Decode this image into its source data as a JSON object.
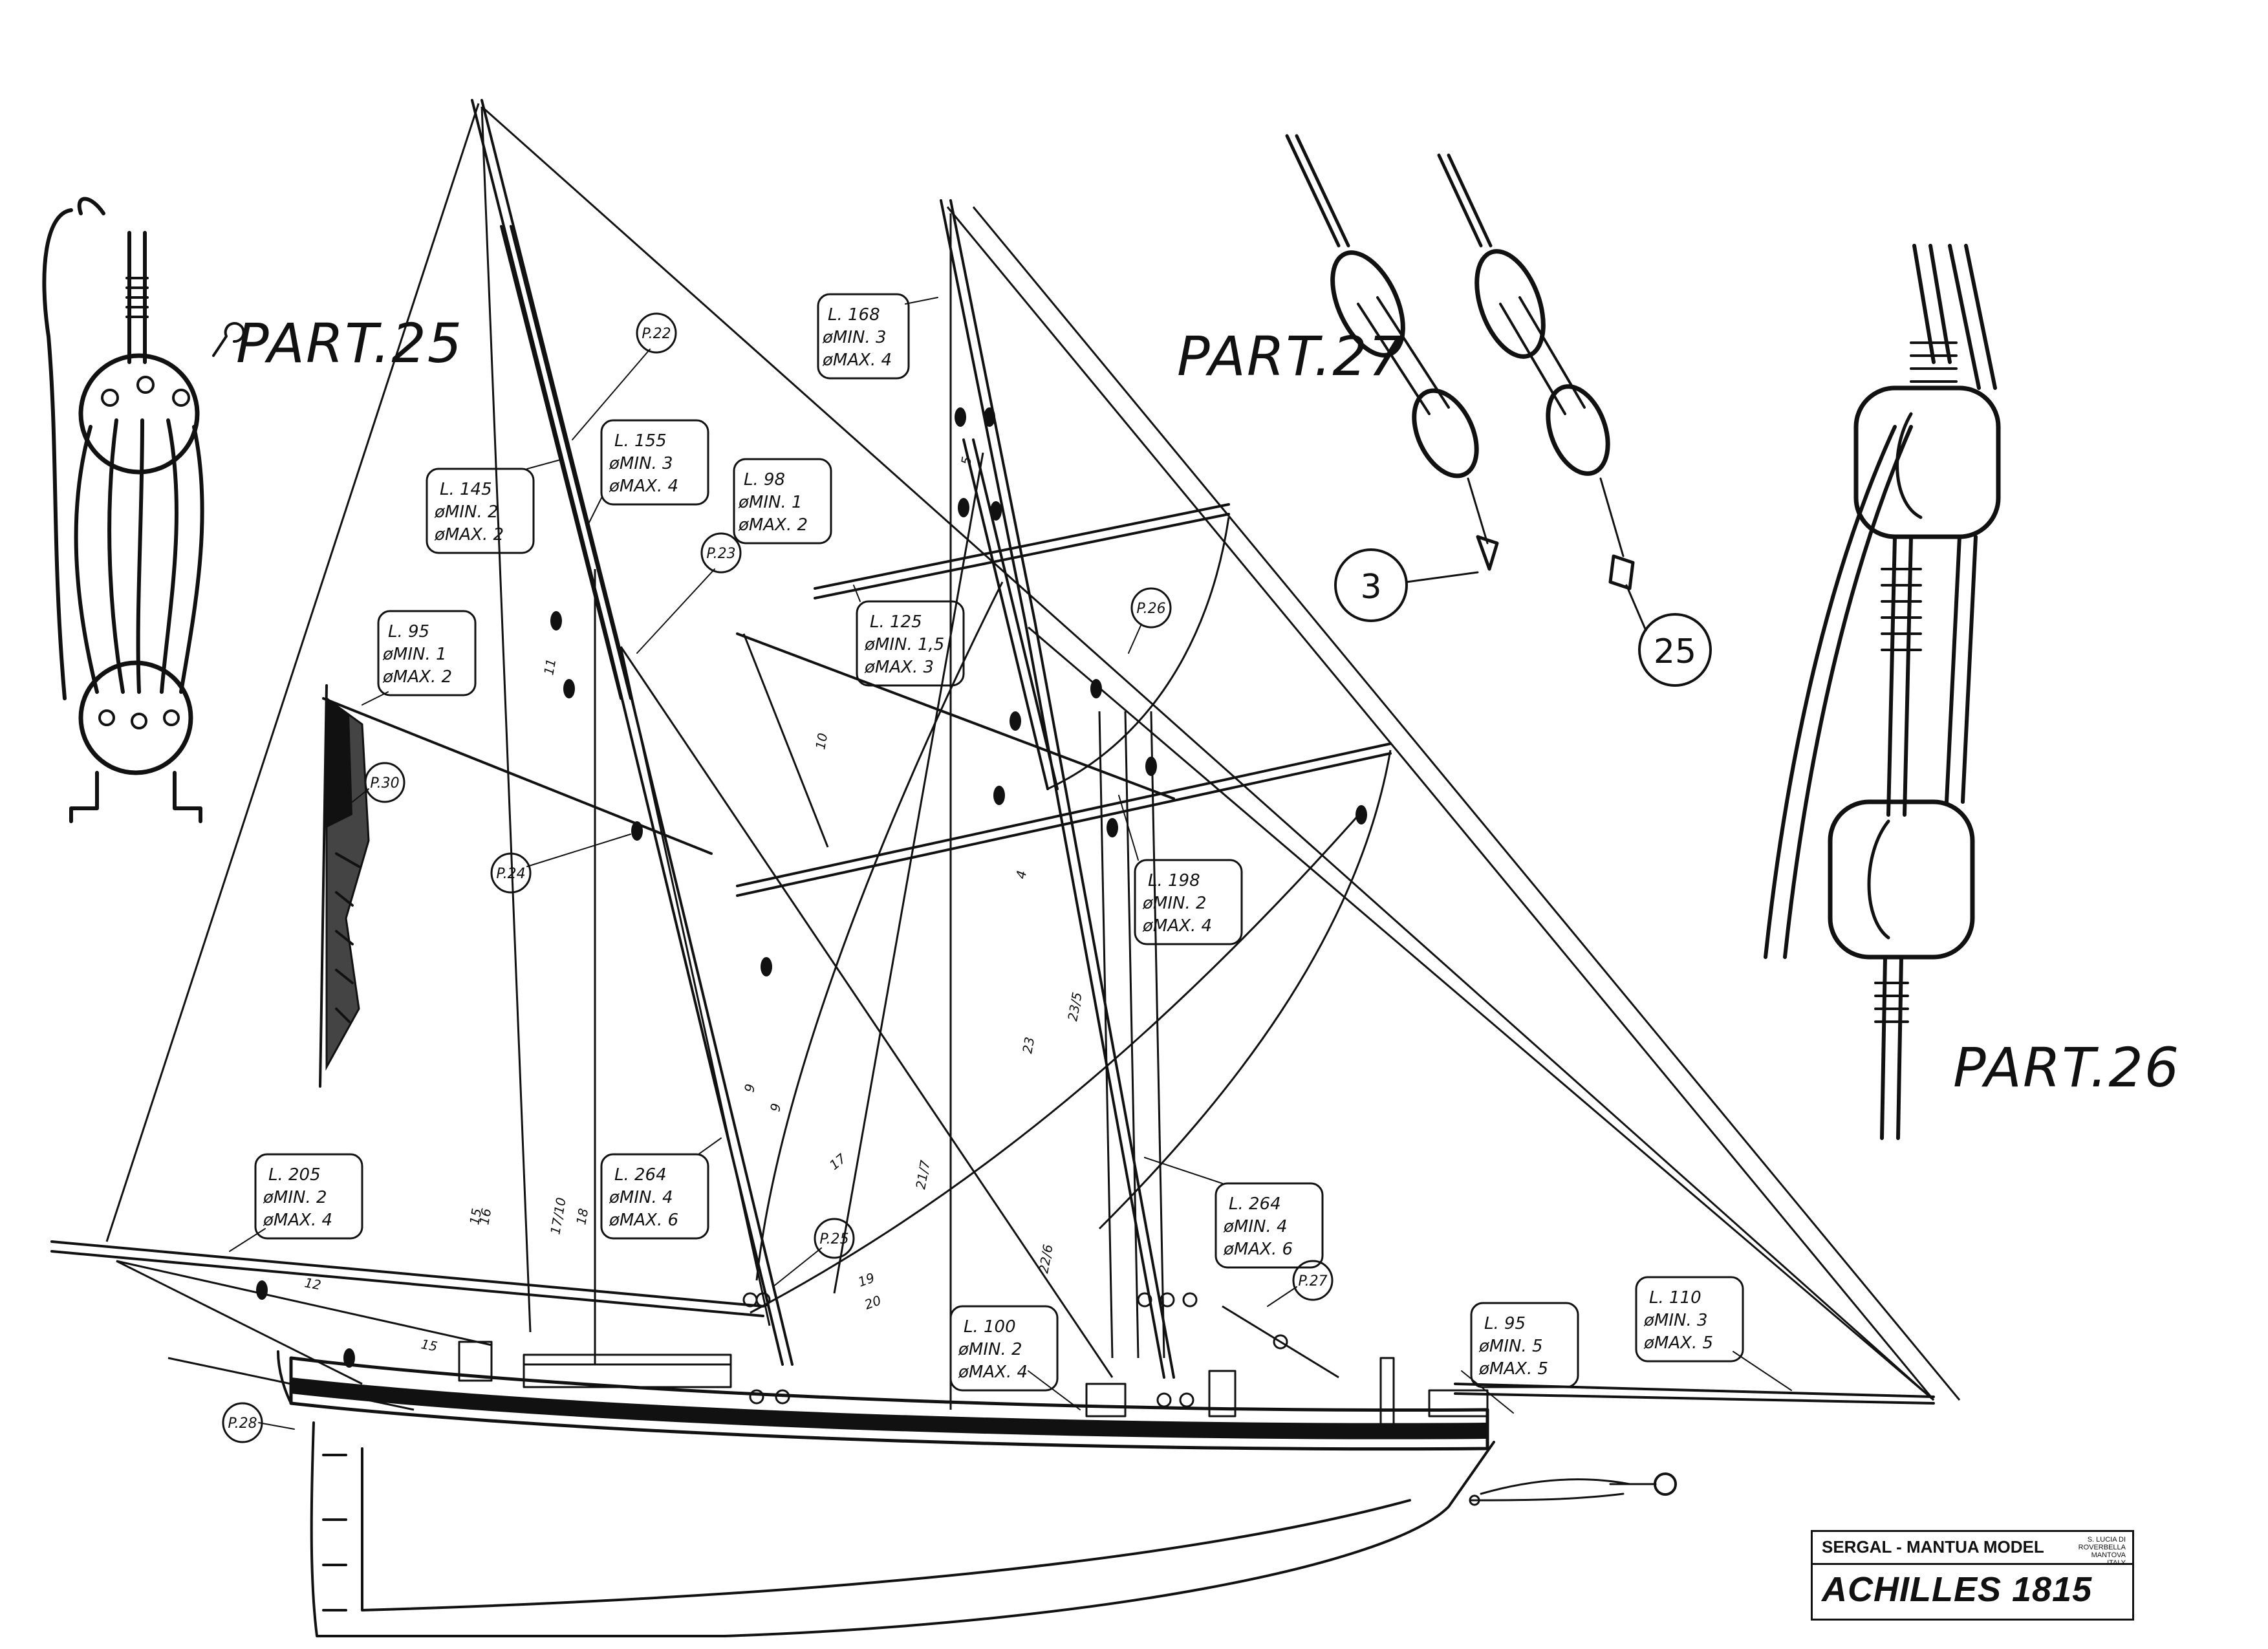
{
  "title_block": {
    "company": "SERGAL - MANTUA MODEL",
    "address_lines": [
      "S. LUCIA DI ROVERBELLA",
      "MANTOVA",
      "ITALY"
    ],
    "model": "ACHILLES 1815"
  },
  "detail_titles": {
    "part25": "PART.25",
    "part26": "PART.26",
    "part27": "PART.27"
  },
  "detail_numbers": {
    "n3": "3",
    "n25": "25"
  },
  "line_tags": [
    {
      "L": "L. 145",
      "min": "øMIN. 2",
      "max": "øMAX. 2"
    },
    {
      "L": "L. 155",
      "min": "øMIN. 3",
      "max": "øMAX. 4"
    },
    {
      "L": "L. 168",
      "min": "øMIN. 3",
      "max": "øMAX. 4"
    },
    {
      "L": "L. 98",
      "min": "øMIN. 1",
      "max": "øMAX. 2"
    },
    {
      "L": "L. 95",
      "min": "øMIN. 1",
      "max": "øMAX. 2"
    },
    {
      "L": "L. 125",
      "min": "øMIN. 1,5",
      "max": "øMAX. 3"
    },
    {
      "L": "L. 198",
      "min": "øMIN. 2",
      "max": "øMAX. 4"
    },
    {
      "L": "L. 205",
      "min": "øMIN. 2",
      "max": "øMAX. 4"
    },
    {
      "L": "L. 264",
      "min": "øMIN. 4",
      "max": "øMAX. 6"
    },
    {
      "L": "L. 264",
      "min": "øMIN. 4",
      "max": "øMAX. 6"
    },
    {
      "L": "L. 100",
      "min": "øMIN. 2",
      "max": "øMAX. 4"
    },
    {
      "L": "L. 95",
      "min": "øMIN. 5",
      "max": "øMAX. 5"
    },
    {
      "L": "L. 110",
      "min": "øMIN. 3",
      "max": "øMAX. 5"
    }
  ],
  "part_refs": [
    "P.22",
    "P.23",
    "P.26",
    "P.30",
    "P.24",
    "P.25",
    "P.27",
    "P.28"
  ],
  "line_numbers": [
    "11",
    "5",
    "10",
    "9",
    "9",
    "17",
    "19",
    "20",
    "21/7",
    "23",
    "4",
    "23/5",
    "22/6",
    "15",
    "16",
    "17/10",
    "18",
    "12",
    "15"
  ]
}
